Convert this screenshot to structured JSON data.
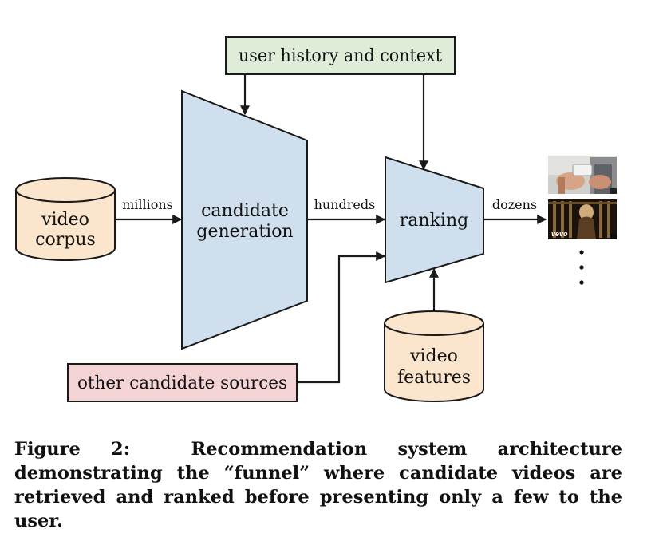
{
  "diagram": {
    "nodes": {
      "user_history": "user history and context",
      "video_corpus": [
        "video",
        "corpus"
      ],
      "candidate_generation": [
        "candidate",
        "generation"
      ],
      "ranking": "ranking",
      "video_features": [
        "video",
        "features"
      ],
      "other_sources": "other candidate sources"
    },
    "flow_labels": {
      "millions": "millions",
      "hundreds": "hundreds",
      "dozens": "dozens"
    },
    "thumbnails": [
      {
        "name": "hands-holding-phone-thumbnail",
        "overlay_text": ""
      },
      {
        "name": "vevo-music-video-thumbnail",
        "overlay_text": "vevo"
      }
    ],
    "colors": {
      "funnel_fill": "#cfdfed",
      "cylinder_fill": "#fbe5cc",
      "context_box_fill": "#dfedd8",
      "other_sources_fill": "#f4d3d5",
      "stroke": "#1a1a1a"
    }
  },
  "caption": {
    "label": "Figure 2:",
    "text": "Recommendation system architecture demonstrating the “funnel” where candidate videos are retrieved and ranked before presenting only a few to the user."
  }
}
